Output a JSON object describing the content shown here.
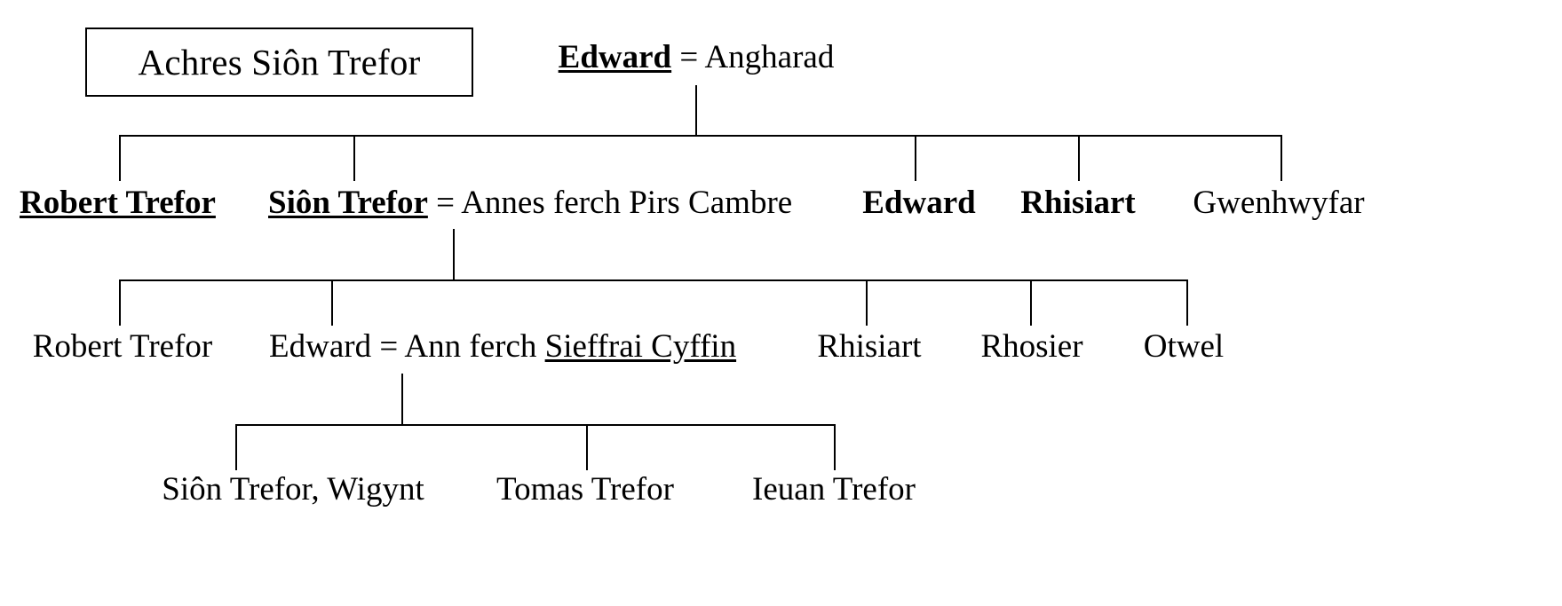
{
  "document": {
    "title": "Achres Siôn Trefor",
    "type": "genealogy-pedigree-chart",
    "language": "cy"
  },
  "title_box": {
    "text": "Achres Siôn Trefor"
  },
  "generations": [
    {
      "id": "gen-0",
      "people": [
        {
          "id": "edward-angharad",
          "parts": [
            {
              "text": "Edward",
              "style": "bold-underline"
            },
            {
              "text": " = ",
              "style": "plain"
            },
            {
              "text": "Angharad",
              "style": "plain"
            }
          ],
          "name": "Edward",
          "spouse": "Angharad",
          "union_symbol": "="
        }
      ]
    },
    {
      "id": "gen-1",
      "people": [
        {
          "id": "robert-trefor-1",
          "parts": [
            {
              "text": "Robert Trefor",
              "style": "bold-underline"
            }
          ],
          "name": "Robert Trefor"
        },
        {
          "id": "sion-trefor-annes",
          "parts": [
            {
              "text": "Siôn Trefor",
              "style": "bold-underline"
            },
            {
              "text": " = ",
              "style": "plain"
            },
            {
              "text": "Annes ferch Pirs Cambre",
              "style": "plain"
            }
          ],
          "name": "Siôn Trefor",
          "spouse": "Annes ferch Pirs Cambre",
          "union_symbol": "="
        },
        {
          "id": "edward-1",
          "parts": [
            {
              "text": "Edward",
              "style": "bold"
            }
          ],
          "name": "Edward"
        },
        {
          "id": "rhisiart-1",
          "parts": [
            {
              "text": "Rhisiart",
              "style": "bold"
            }
          ],
          "name": "Rhisiart"
        },
        {
          "id": "gwenhwyfar-1",
          "parts": [
            {
              "text": "Gwenhwyfar",
              "style": "plain"
            }
          ],
          "name": "Gwenhwyfar"
        }
      ]
    },
    {
      "id": "gen-2",
      "people": [
        {
          "id": "robert-trefor-2",
          "parts": [
            {
              "text": "Robert Trefor",
              "style": "plain"
            }
          ],
          "name": "Robert Trefor"
        },
        {
          "id": "edward-ann",
          "parts": [
            {
              "text": "Edward",
              "style": "plain"
            },
            {
              "text": " = ",
              "style": "plain"
            },
            {
              "text": "Ann ferch ",
              "style": "plain"
            },
            {
              "text": "Sieffrai Cyffin",
              "style": "underline"
            }
          ],
          "name": "Edward",
          "spouse": "Ann ferch Sieffrai Cyffin",
          "union_symbol": "="
        },
        {
          "id": "rhisiart-2",
          "parts": [
            {
              "text": "Rhisiart",
              "style": "plain"
            }
          ],
          "name": "Rhisiart"
        },
        {
          "id": "rhosier-2",
          "parts": [
            {
              "text": "Rhosier",
              "style": "plain"
            }
          ],
          "name": "Rhosier"
        },
        {
          "id": "otwel-2",
          "parts": [
            {
              "text": "Otwel",
              "style": "plain"
            }
          ],
          "name": "Otwel"
        }
      ]
    },
    {
      "id": "gen-3",
      "people": [
        {
          "id": "sion-trefor-wigynt",
          "parts": [
            {
              "text": "Siôn Trefor, Wigynt",
              "style": "plain"
            }
          ],
          "name": "Siôn Trefor, Wigynt"
        },
        {
          "id": "tomas-trefor",
          "parts": [
            {
              "text": "Tomas Trefor",
              "style": "plain"
            }
          ],
          "name": "Tomas Trefor"
        },
        {
          "id": "ieuan-trefor",
          "parts": [
            {
              "text": "Ieuan Trefor",
              "style": "plain"
            }
          ],
          "name": "Ieuan Trefor"
        }
      ]
    }
  ],
  "labels": {
    "title_box_text": "Achres Siôn Trefor",
    "gen0_edward": "Edward",
    "gen0_eq": " = ",
    "gen0_angharad": "Angharad",
    "gen1_robert_trefor": "Robert Trefor",
    "gen1_sion_trefor": "Siôn Trefor",
    "gen1_eq": " = ",
    "gen1_annes": "Annes ferch Pirs Cambre",
    "gen1_edward": "Edward",
    "gen1_rhisiart": "Rhisiart",
    "gen1_gwenhwyfar": "Gwenhwyfar",
    "gen2_robert_trefor": "Robert Trefor",
    "gen2_edward": "Edward",
    "gen2_eq": " = ",
    "gen2_ann_ferch": "Ann ferch ",
    "gen2_sieffrai_cyffin": "Sieffrai Cyffin",
    "gen2_rhisiart": "Rhisiart",
    "gen2_rhosier": "Rhosier",
    "gen2_otwel": "Otwel",
    "gen3_sion_trefor_wigynt": "Siôn Trefor, Wigynt",
    "gen3_tomas_trefor": "Tomas Trefor",
    "gen3_ieuan_trefor": "Ieuan Trefor"
  },
  "colors": {
    "ink": "#000000",
    "paper": "#ffffff",
    "rule": "#000000"
  }
}
